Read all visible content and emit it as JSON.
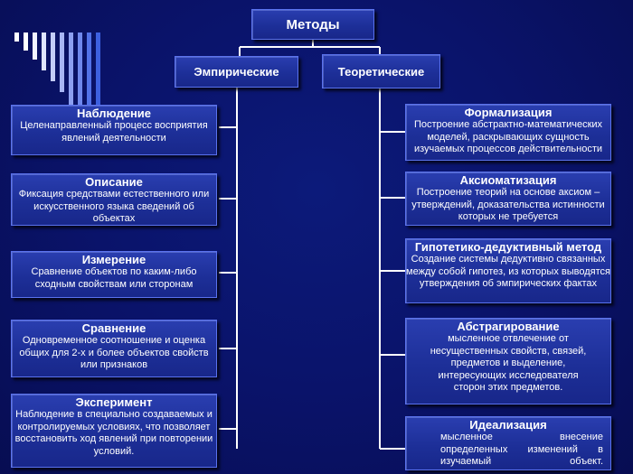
{
  "root": "Методы",
  "empirical": {
    "header": "Эмпирические",
    "items": [
      {
        "title": "Наблюдение",
        "desc": "Целенаправленный процесс восприятия явлений деятельности"
      },
      {
        "title": "Описание",
        "desc": "Фиксация средствами естественного или искусственного языка сведений об объектах"
      },
      {
        "title": "Измерение",
        "desc": "Сравнение объектов по каким-либо сходным свойствам или сторонам"
      },
      {
        "title": "Сравнение",
        "desc": "Одновременное соотношение и оценка общих для 2-х и более объектов свойств или признаков"
      },
      {
        "title": "Эксперимент",
        "desc": "Наблюдение в специально создаваемых и контролируемых условиях, что позволяет восстановить ход явлений при повторении условий."
      }
    ]
  },
  "theoretical": {
    "header": "Теоретические",
    "items": [
      {
        "title": "Формализация",
        "desc": "Построение абстрактно-математических моделей, раскрывающих сущность изучаемых процессов действительности"
      },
      {
        "title": "Аксиоматизация",
        "desc": "Построение теорий на основе аксиом – утверждений, доказательства истинности которых не требуется"
      },
      {
        "title": "Гипотетико-дедуктивный метод",
        "desc": "Создание системы дедуктивно связанных между собой гипотез, из которых выводятся утверждения об эмпирических фактах"
      },
      {
        "title": "Абстрагирование",
        "desc": "мысленное отвлечение от несущественных свойств, связей, предметов и выделение, интересующих исследователя сторон этих предметов."
      },
      {
        "title": "Идеализация",
        "desc": "мысленное внесение определенных изменений в изучаемый объект."
      }
    ]
  }
}
